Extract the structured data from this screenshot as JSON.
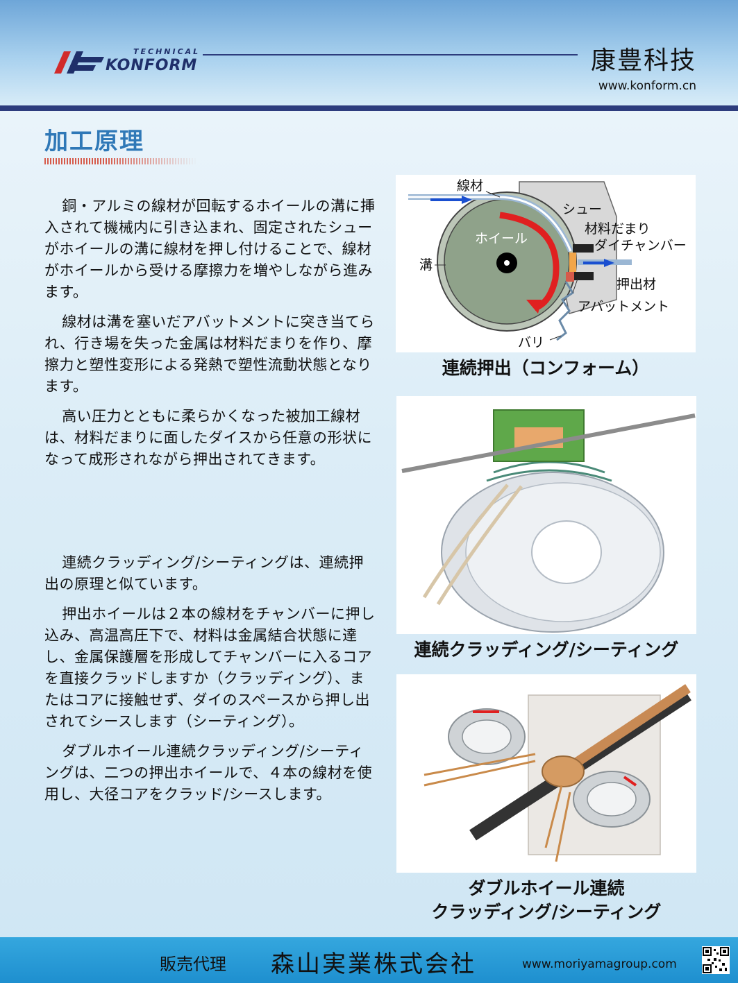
{
  "header": {
    "logo_technical": "TECHNICAL",
    "logo_konform": "KONFORM",
    "brand_name": "康豊科技",
    "brand_url": "www.konform.cn"
  },
  "section": {
    "title": "加工原理"
  },
  "body_paragraphs_1": [
    "銅・アルミの線材が回転するホイールの溝に挿入されて機械内に引き込まれ、固定されたシューがホイールの溝に線材を押し付けることで、線材がホイールから受ける摩擦力を増やしながら進みます。",
    "線材は溝を塞いだアバットメントに突き当てられ、行き場を失った金属は材料だまりを作り、摩擦力と塑性変形による発熱で塑性流動状態となります。",
    "高い圧力とともに柔らかくなった被加工線材は、材料だまりに面したダイスから任意の形状になって成形されながら押出されてきます。"
  ],
  "body_paragraphs_2": [
    "連続クラッディング/シーティングは、連続押出の原理と似ています。",
    "押出ホイールは２本の線材をチャンバーに押し込み、高温高圧下で、材料は金属結合状態に達し、金属保護層を形成してチャンバーに入るコアを直接クラッドしますか（クラッディング）、またはコアに接触せず、ダイのスペースから押し出されてシースします（シーティング）。",
    "ダブルホイール連続クラッディング/シーティングは、二つの押出ホイールで、４本の線材を使用し、大径コアをクラッド/シースします。"
  ],
  "figure1": {
    "labels": {
      "wire": "線材",
      "shoe": "シュー",
      "material_pool": "材料だまり",
      "die_chamber": "ダイチャンバー",
      "wheel": "ホイール",
      "groove": "溝",
      "extrudate": "押出材",
      "abutment": "アバットメント",
      "burr": "バリ"
    },
    "caption": "連続押出（コンフォーム）"
  },
  "figure2": {
    "caption": "連続クラッディング/シーティング"
  },
  "figure3": {
    "caption_line1": "ダブルホイール連続",
    "caption_line2": "クラッディング/シーティング"
  },
  "footer": {
    "label": "販売代理",
    "company": "森山実業株式会社",
    "url": "www.moriyamagroup.com"
  },
  "colors": {
    "accent_title": "#2f78b7",
    "header_bar": "#2d3c7d",
    "footer_bg": "#1e8fcf",
    "arrow_red": "#e02020",
    "arrow_blue": "#1a4fd0"
  }
}
